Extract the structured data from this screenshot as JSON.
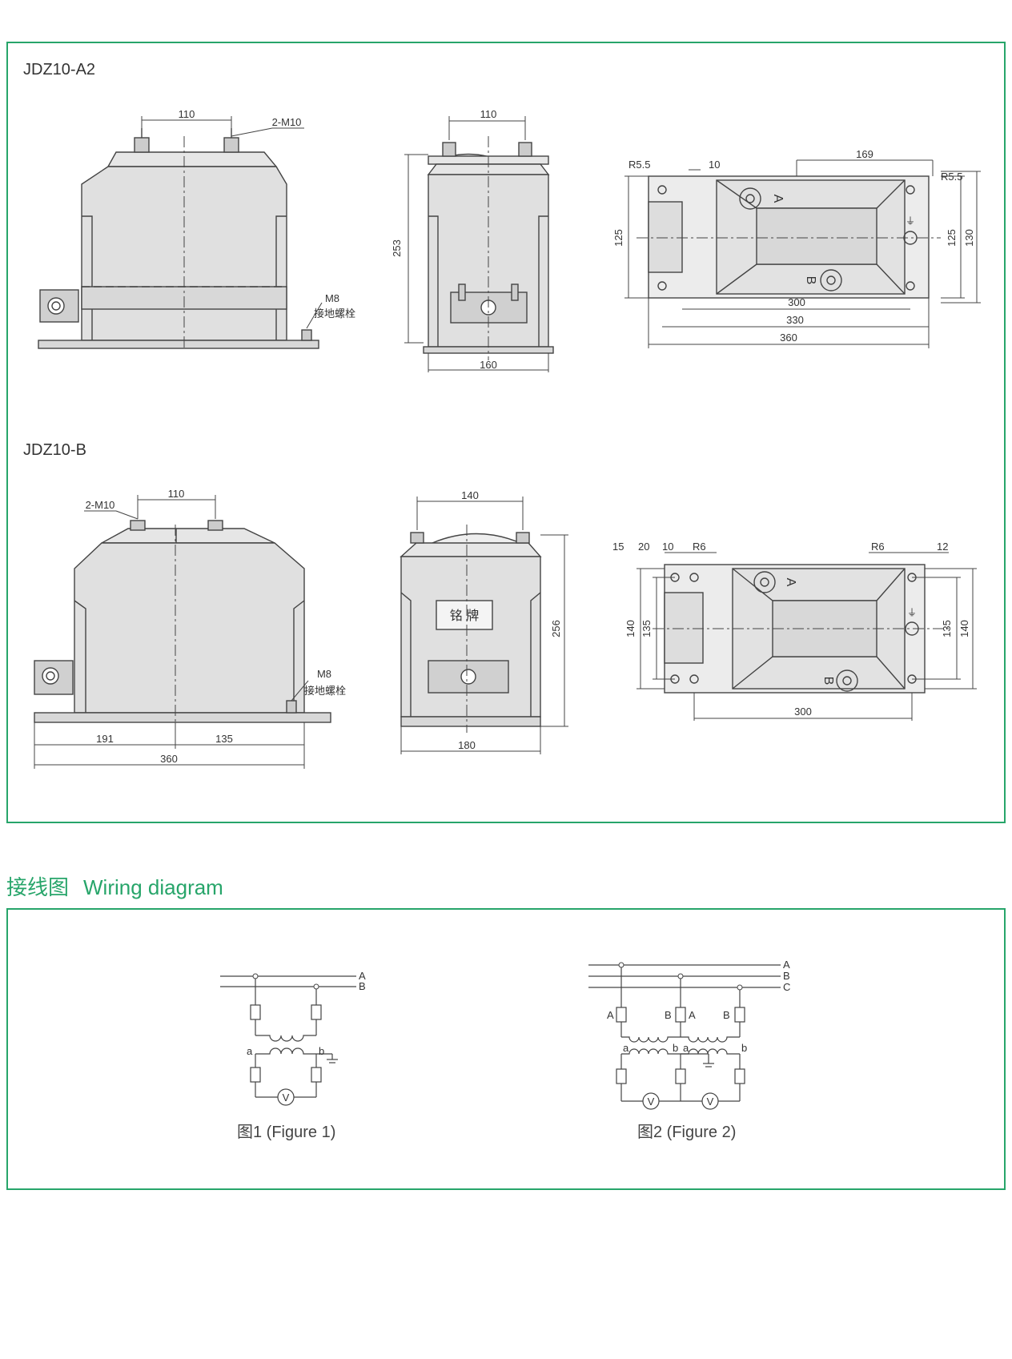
{
  "top_panel": {
    "model_a2": "JDZ10-A2",
    "model_b": "JDZ10-B",
    "a2": {
      "front": {
        "top_spacing": "110",
        "bolt_label": "2-M10",
        "ground_size": "M8",
        "ground_label": "接地螺栓"
      },
      "side": {
        "top_spacing": "110",
        "height": "253",
        "base_width": "160"
      },
      "plan": {
        "r_left": "R5.5",
        "slot_width": "10",
        "core_width": "169",
        "r_right": "R5.5",
        "left_vertical": "125",
        "right_inner": "125",
        "right_outer": "130",
        "dim_300": "300",
        "dim_330": "330",
        "dim_360": "360",
        "terminal_a": "A",
        "terminal_b": "B",
        "ground_symbol": "⏚"
      }
    },
    "b": {
      "front": {
        "top_spacing": "110",
        "bolt_label": "2-M10",
        "ground_size": "M8",
        "ground_label": "接地螺栓",
        "dim_191": "191",
        "dim_135": "135",
        "dim_360": "360"
      },
      "side": {
        "top_spacing": "140",
        "nameplate": "铭  牌",
        "height": "256",
        "base_width": "180"
      },
      "plan": {
        "d15": "15",
        "d20": "20",
        "d10": "10",
        "r_left": "R6",
        "r_right": "R6",
        "d12": "12",
        "left_outer": "140",
        "left_inner": "135",
        "right_inner": "135",
        "right_outer": "140",
        "dim_300": "300",
        "terminal_a": "A",
        "terminal_b": "B",
        "ground_symbol": "⏚"
      }
    }
  },
  "wiring": {
    "title_cn": "接线图",
    "title_en": "Wiring diagram",
    "fig1": {
      "line_a": "A",
      "line_b": "B",
      "sec_a": "a",
      "sec_b": "b",
      "meter": "V",
      "caption": "图1 (Figure 1)"
    },
    "fig2": {
      "line_a": "A",
      "line_b": "B",
      "line_c": "C",
      "p1_a": "A",
      "p1_b": "B",
      "p2_a": "A",
      "p2_b": "B",
      "s1_a": "a",
      "s1_b": "b",
      "s2_a": "a",
      "s2_b": "b",
      "meter1": "V",
      "meter2": "V",
      "caption": "图2 (Figure 2)"
    }
  }
}
